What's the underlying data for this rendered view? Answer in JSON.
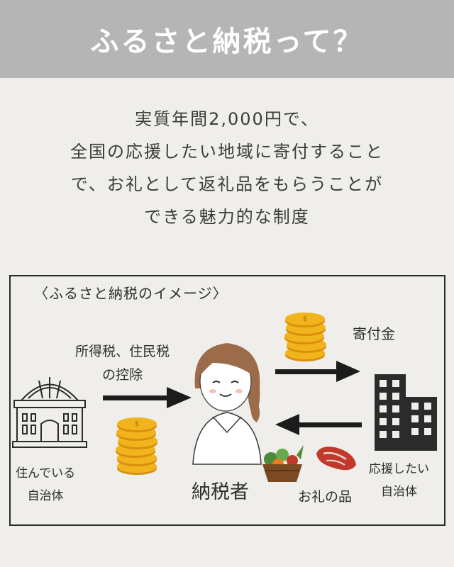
{
  "header": {
    "title": "ふるさと納税って？"
  },
  "intro": {
    "lines": [
      "実質年間2,000円で、",
      "全国の応援したい地域に寄付すること",
      "で、お礼として返礼品をもらうことが",
      "できる魅力的な制度"
    ]
  },
  "diagram": {
    "title": "〈ふるさと納税のイメージ〉",
    "deduction_lines": [
      "所得税、住民税",
      "の控除"
    ],
    "donation_label": "寄付金",
    "taxpayer_label": "納税者",
    "gift_label": "お礼の品",
    "home_municipality_lines": [
      "住んでいる",
      "自治体"
    ],
    "support_municipality_lines": [
      "応援したい",
      "自治体"
    ]
  },
  "colors": {
    "header_bg": "#b5b5b5",
    "background": "#efeeea",
    "coin": "#f2b41c",
    "coin_shadow": "#d98f0e",
    "hair": "#9b6b4a",
    "building": "#2b2b2b"
  },
  "icons": [
    "bank-building-icon",
    "coin-stack-icon",
    "person-icon",
    "office-building-icon",
    "vegetable-basket-icon",
    "meat-icon",
    "arrow-icon"
  ]
}
